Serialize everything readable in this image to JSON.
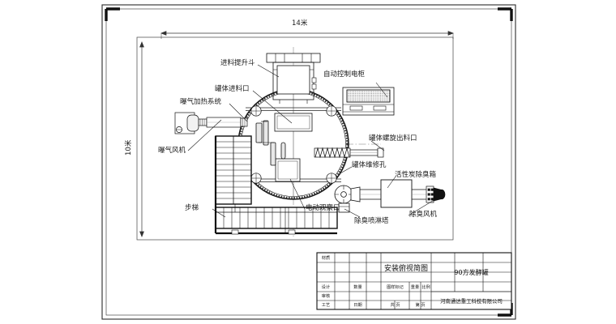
{
  "drawing": {
    "type": "engineering-plan-view",
    "dimensions": {
      "width_label": "14米",
      "height_label": "10米"
    },
    "callouts": [
      {
        "id": "feed-hopper",
        "label": "进料提升斗"
      },
      {
        "id": "tank-feed-inlet",
        "label": "罐体进料口"
      },
      {
        "id": "aeration-heating",
        "label": "曝气加热系统"
      },
      {
        "id": "aeration-blower",
        "label": "曝气风机"
      },
      {
        "id": "stairs",
        "label": "步梯"
      },
      {
        "id": "control-cabinet",
        "label": "自动控制电柜"
      },
      {
        "id": "screw-discharge",
        "label": "罐体螺旋出料口"
      },
      {
        "id": "maintenance-hole",
        "label": "罐体维修孔"
      },
      {
        "id": "carbon-deodor-box",
        "label": "活性炭除臭箱"
      },
      {
        "id": "electric-viewport",
        "label": "电动观察口"
      },
      {
        "id": "deodor-spray-tower",
        "label": "除臭喷淋塔"
      },
      {
        "id": "deodor-fan",
        "label": "除臭风机"
      }
    ],
    "title_block": {
      "material_label": "材质",
      "design_label": "设计",
      "quantity_label": "数量",
      "review_label": "审核",
      "process_label": "工艺",
      "date_label": "日期",
      "drawing_mark_label": "图样标记",
      "weight_label": "重量",
      "scale_label": "比例",
      "page_total_label": "共   页",
      "page_no_label": "第   页",
      "drawing_title": "安装俯视简图",
      "product_name": "90方发酵罐",
      "company": "河南通达重工科技有限公司"
    }
  },
  "colors": {
    "line": "#1a1a1a",
    "frame": "#2b2b2b",
    "hatch": "#444444",
    "background": "#ffffff"
  }
}
